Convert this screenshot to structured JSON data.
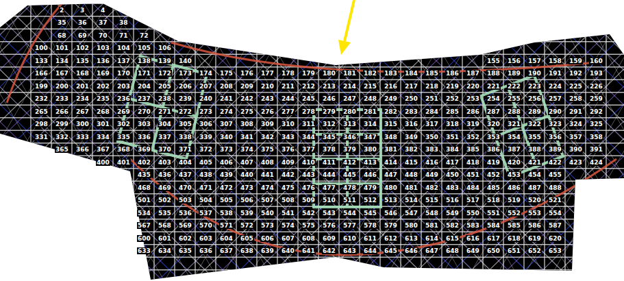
{
  "diagram": {
    "labels": [
      "2",
      "3",
      "4",
      "35",
      "36",
      "37",
      "38",
      "68",
      "69",
      "70",
      "71",
      "72",
      "100",
      "101",
      "102",
      "103",
      "104",
      "105",
      "106",
      "133",
      "134",
      "135",
      "136",
      "137",
      "138",
      "139",
      "140",
      "155",
      "156",
      "157",
      "158",
      "159",
      "160",
      "166",
      "167",
      "168",
      "169",
      "170",
      "171",
      "172",
      "173",
      "174",
      "175",
      "176",
      "177",
      "178",
      "179",
      "180",
      "181",
      "182",
      "183",
      "184",
      "185",
      "186",
      "187",
      "188",
      "189",
      "190",
      "191",
      "192",
      "193",
      "199",
      "200",
      "201",
      "202",
      "203",
      "204",
      "205",
      "206",
      "207",
      "208",
      "209",
      "210",
      "211",
      "212",
      "213",
      "214",
      "215",
      "216",
      "217",
      "218",
      "219",
      "220",
      "221",
      "222",
      "223",
      "224",
      "225",
      "226",
      "232",
      "233",
      "234",
      "235",
      "236",
      "237",
      "238",
      "239",
      "240",
      "241",
      "242",
      "243",
      "244",
      "245",
      "246",
      "247",
      "248",
      "249",
      "250",
      "251",
      "252",
      "253",
      "254",
      "255",
      "256",
      "257",
      "258",
      "259",
      "265",
      "266",
      "267",
      "268",
      "269",
      "270",
      "271",
      "272",
      "273",
      "274",
      "275",
      "276",
      "277",
      "278",
      "279",
      "280",
      "281",
      "282",
      "283",
      "284",
      "285",
      "286",
      "287",
      "288",
      "289",
      "290",
      "291",
      "292",
      "298",
      "299",
      "300",
      "301",
      "302",
      "303",
      "304",
      "305",
      "306",
      "307",
      "308",
      "309",
      "310",
      "311",
      "312",
      "313",
      "314",
      "315",
      "316",
      "317",
      "318",
      "319",
      "320",
      "321",
      "322",
      "323",
      "324",
      "325",
      "331",
      "332",
      "333",
      "334",
      "335",
      "336",
      "337",
      "338",
      "339",
      "340",
      "341",
      "342",
      "343",
      "344",
      "345",
      "346",
      "347",
      "348",
      "349",
      "350",
      "351",
      "352",
      "353",
      "354",
      "355",
      "356",
      "357",
      "358",
      "365",
      "366",
      "367",
      "368",
      "369",
      "370",
      "371",
      "372",
      "373",
      "374",
      "375",
      "376",
      "377",
      "378",
      "379",
      "380",
      "381",
      "382",
      "383",
      "384",
      "385",
      "386",
      "387",
      "388",
      "389",
      "390",
      "391",
      "400",
      "401",
      "402",
      "403",
      "404",
      "405",
      "406",
      "407",
      "408",
      "409",
      "410",
      "411",
      "412",
      "413",
      "414",
      "415",
      "416",
      "417",
      "418",
      "419",
      "420",
      "421",
      "422",
      "423",
      "424",
      "435",
      "436",
      "437",
      "438",
      "439",
      "440",
      "441",
      "442",
      "443",
      "444",
      "445",
      "446",
      "447",
      "448",
      "449",
      "450",
      "451",
      "452",
      "453",
      "454",
      "455",
      "468",
      "469",
      "470",
      "471",
      "472",
      "473",
      "474",
      "475",
      "476",
      "477",
      "478",
      "479",
      "480",
      "481",
      "482",
      "483",
      "484",
      "485",
      "486",
      "487",
      "488",
      "501",
      "502",
      "503",
      "504",
      "505",
      "506",
      "507",
      "508",
      "509",
      "510",
      "511",
      "512",
      "513",
      "514",
      "515",
      "516",
      "517",
      "518",
      "519",
      "520",
      "521",
      "534",
      "535",
      "536",
      "537",
      "538",
      "539",
      "540",
      "541",
      "542",
      "543",
      "544",
      "545",
      "546",
      "547",
      "548",
      "549",
      "550",
      "551",
      "552",
      "553",
      "554",
      "567",
      "568",
      "569",
      "570",
      "571",
      "572",
      "573",
      "574",
      "575",
      "576",
      "577",
      "578",
      "579",
      "580",
      "581",
      "582",
      "583",
      "584",
      "585",
      "586",
      "587",
      "600",
      "601",
      "602",
      "603",
      "604",
      "605",
      "606",
      "607",
      "608",
      "609",
      "610",
      "611",
      "612",
      "613",
      "614",
      "615",
      "616",
      "617",
      "618",
      "619",
      "620",
      "633",
      "634",
      "635",
      "636",
      "637",
      "638",
      "639",
      "640",
      "641",
      "642",
      "643",
      "644",
      "645",
      "646",
      "647",
      "648",
      "649",
      "650",
      "651",
      "652",
      "653"
    ]
  }
}
